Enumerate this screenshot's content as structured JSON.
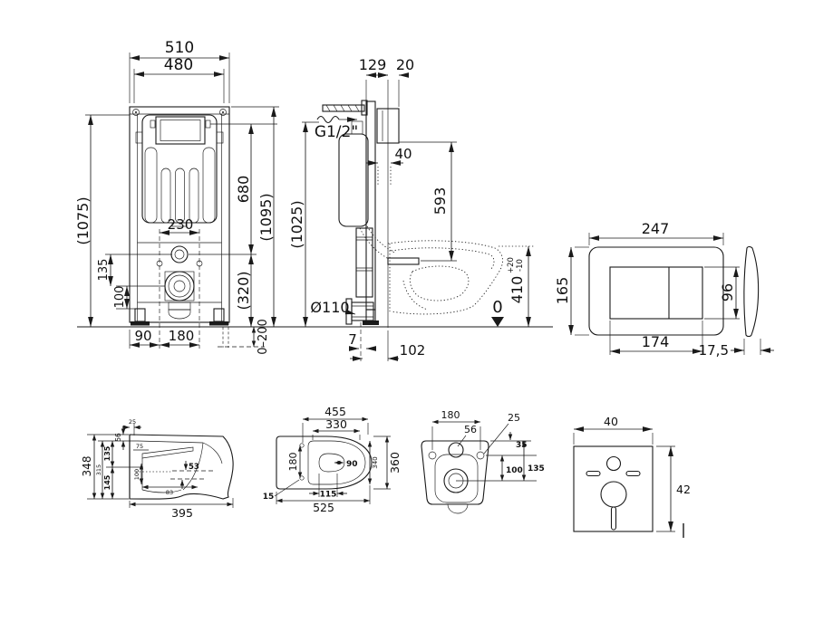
{
  "frame_front": {
    "width_total": "510",
    "width_inner": "480",
    "height_frame": "(1075)",
    "height_upper": "680",
    "height_overall": "(1095)",
    "drain_height": "(320)",
    "bolt_spacing": "230",
    "inlet_offset": "135",
    "drain_offset": "100",
    "edge_offset": "90",
    "fixing_spacing": "180",
    "feet_adjustment": "0–200"
  },
  "side_view": {
    "frame_depth": "129",
    "panel_thickness": "20",
    "water_connection": "G1/2\"",
    "bend_depth": "40",
    "flush_pipe_length": "593",
    "frame_height": "(1025)",
    "drain_diameter": "Ø110",
    "rim_height": "410",
    "rim_tolerance_plus": "+20",
    "rim_tolerance_minus": "-10",
    "floor_level": "0",
    "outlet_offset": "7",
    "outlet_distance": "102"
  },
  "flush_plate": {
    "width": "247",
    "height": "165",
    "button_area_height": "96",
    "button_area_width": "174",
    "thickness": "17,5"
  },
  "wc_side_view": {
    "height": "348",
    "depth_inner": "315",
    "rim_section": "135",
    "lower_section": "145",
    "top_section": "56",
    "top_offset": "25",
    "seat_depth": "75",
    "bowl_depth": "100",
    "bottom_length": "83",
    "axis_offset": "53",
    "length": "395"
  },
  "wc_top_view": {
    "seat_length": "455",
    "opening_length": "330",
    "hinge_spacing": "180",
    "opening_width": "90",
    "width": "360",
    "seat_width": "340",
    "opening_offset": "115",
    "edge_offset": "15",
    "total_length": "525"
  },
  "wc_rear_view": {
    "fixing_spacing": "180",
    "fixing_diameter": "25",
    "inlet_diameter": "56",
    "inlet_offset": "35",
    "drain_spacing": "100",
    "total_offset": "135"
  },
  "insulation_pad": {
    "width": "40",
    "height": "42"
  }
}
